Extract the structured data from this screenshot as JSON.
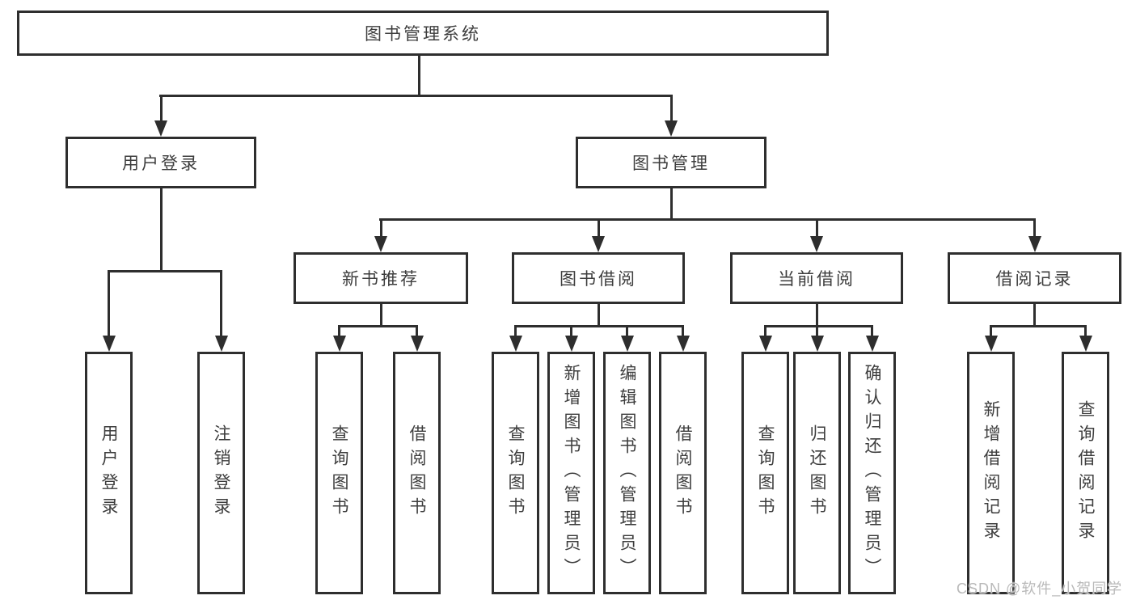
{
  "diagram_type": "hierarchy-flowchart",
  "tree": {
    "label": "图书管理系统",
    "children": [
      {
        "label": "用户登录",
        "children": [
          {
            "label": "用户登录"
          },
          {
            "label": "注销登录"
          }
        ]
      },
      {
        "label": "图书管理",
        "children": [
          {
            "label": "新书推荐",
            "children": [
              {
                "label": "查询图书"
              },
              {
                "label": "借阅图书"
              }
            ]
          },
          {
            "label": "图书借阅",
            "children": [
              {
                "label": "查询图书"
              },
              {
                "label": "新增图书（管理员）"
              },
              {
                "label": "编辑图书（管理员）"
              },
              {
                "label": "借阅图书"
              }
            ]
          },
          {
            "label": "当前借阅",
            "children": [
              {
                "label": "查询图书"
              },
              {
                "label": "归还图书"
              },
              {
                "label": "确认归还（管理员）"
              }
            ]
          },
          {
            "label": "借阅记录",
            "children": [
              {
                "label": "新增借阅记录"
              },
              {
                "label": "查询借阅记录"
              }
            ]
          }
        ]
      }
    ]
  },
  "watermark": {
    "text": "CSDN @软件_小贺同学"
  },
  "colors": {
    "line": "#2e2e2e",
    "text": "#3d3d3d",
    "background": "#ffffff",
    "watermark": "#b9b9b9"
  }
}
